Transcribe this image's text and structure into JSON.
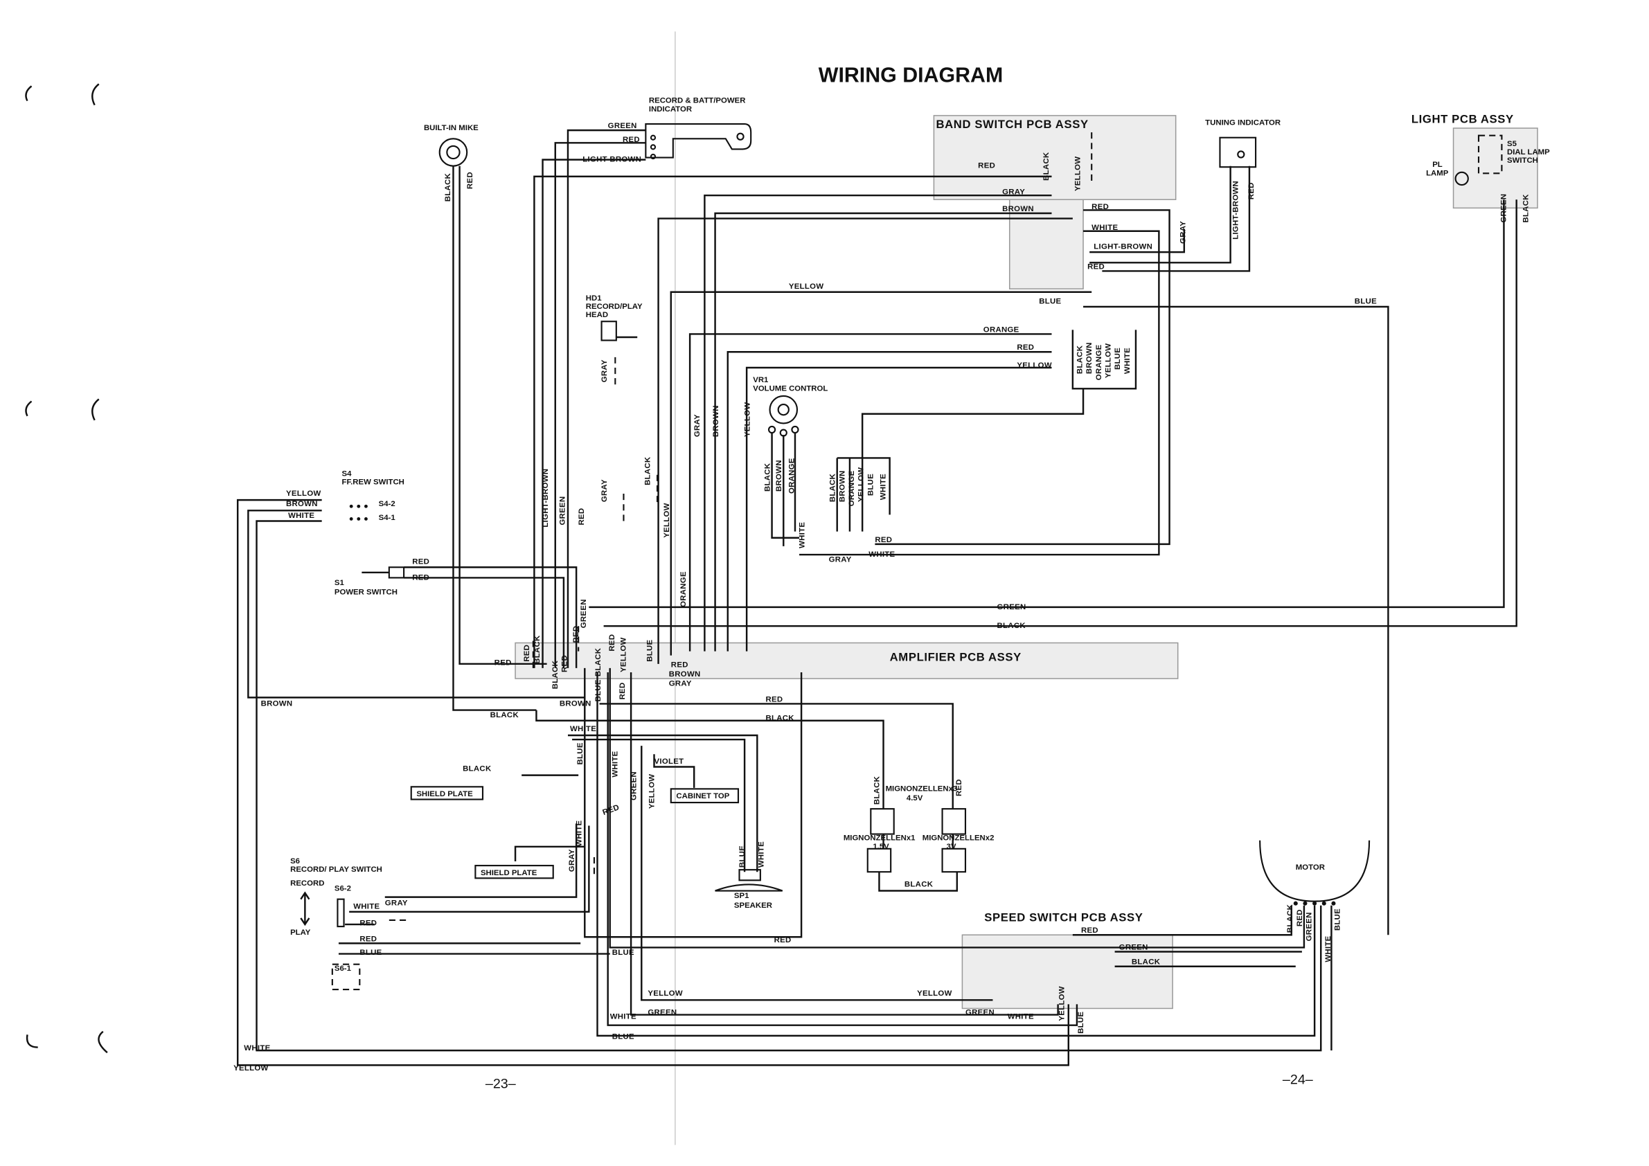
{
  "title": "WIRING DIAGRAM",
  "page_numbers": {
    "left": "–23–",
    "right": "–24–"
  },
  "components": {
    "builtin_mike": "BUILT-IN MIKE",
    "record_indicator": [
      "RECORD & BATT/POWER",
      "INDICATOR"
    ],
    "band_switch_pcb": "BAND SWITCH PCB ASSY",
    "tuning_indicator": "TUNING INDICATOR",
    "light_pcb": "LIGHT PCB ASSY",
    "s5": [
      "S5",
      "DIAL LAMP",
      "SWITCH"
    ],
    "pl": [
      "PL",
      "LAMP"
    ],
    "hd1": [
      "HD1",
      "RECORD/PLAY",
      "HEAD"
    ],
    "vr1": [
      "VR1",
      "VOLUME CONTROL"
    ],
    "s4": [
      "S4",
      "FF.REW SWITCH"
    ],
    "s4_2": "S4-2",
    "s4_1": "S4-1",
    "s1": [
      "S1",
      "POWER SWITCH"
    ],
    "amplifier_pcb": "AMPLIFIER PCB ASSY",
    "shield_plate_1": "SHIELD PLATE",
    "shield_plate_2": "SHIELD PLATE",
    "cabinet_top": "CABINET TOP",
    "battery_45": [
      "MIGNONZELLENx3",
      "4.5V"
    ],
    "battery_15": [
      "MIGNONZELLENx1",
      "1.5V"
    ],
    "battery_3": [
      "MIGNONZELLENx2",
      "3V"
    ],
    "s6": [
      "S6",
      "RECORD/ PLAY SWITCH"
    ],
    "s6_2": "S6-2",
    "s6_1": "S6-1",
    "record": "RECORD",
    "play": "PLAY",
    "speaker": [
      "SP1",
      "SPEAKER"
    ],
    "motor": "MOTOR",
    "speed_switch_pcb": "SPEED SWITCH PCB ASSY"
  },
  "wire_colors": {
    "black": "BLACK",
    "red": "RED",
    "green": "GREEN",
    "light_brown": "LIGHT-BROWN",
    "gray": "GRAY",
    "brown": "BROWN",
    "white": "WHITE",
    "yellow": "YELLOW",
    "blue": "BLUE",
    "orange": "ORANGE",
    "violet": "VIOLET"
  }
}
